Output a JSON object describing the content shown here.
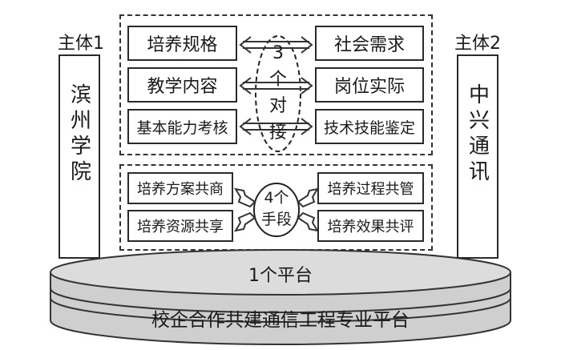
{
  "subject1": {
    "label": "主体1",
    "name": "滨州学院"
  },
  "subject2": {
    "label": "主体2",
    "name": "中兴通讯"
  },
  "alignment": {
    "center_label": "3个对接",
    "center_lines": [
      "3",
      "个",
      "对",
      "接"
    ],
    "pairs": [
      {
        "left": "培养规格",
        "right": "社会需求"
      },
      {
        "left": "教学内容",
        "right": "岗位实际"
      },
      {
        "left": "基本能力考核",
        "right": "技术技能鉴定"
      }
    ]
  },
  "means": {
    "center_label": "4个手段",
    "center_lines": [
      "4个",
      "手段"
    ],
    "left": [
      "培养方案共商",
      "培养资源共享"
    ],
    "right": [
      "培养过程共管",
      "培养效果共评"
    ]
  },
  "platform": {
    "top_label": "1个平台",
    "bottom_label": "校企合作共建通信工程专业平台"
  }
}
